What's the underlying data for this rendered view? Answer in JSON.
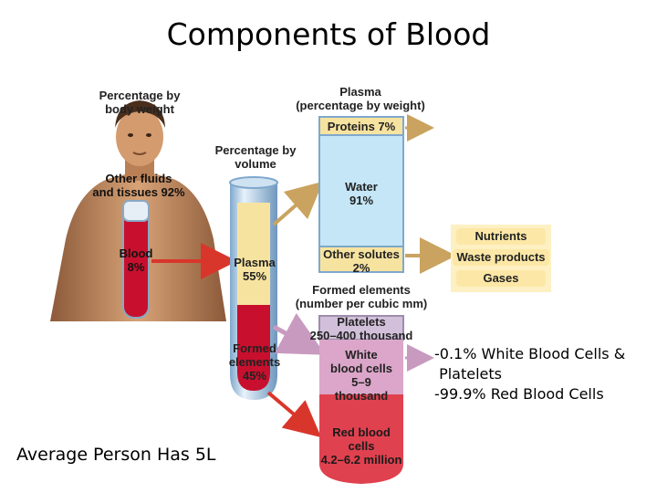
{
  "title": "Components of Blood",
  "body": {
    "heading_line1": "Percentage by",
    "heading_line2": "body weight",
    "other_line1": "Other fluids",
    "other_line2": "and tissues 92%",
    "blood_line1": "Blood",
    "blood_line2": "8%"
  },
  "tube": {
    "heading_line1": "Percentage by",
    "heading_line2": "volume",
    "plasma_line1": "Plasma",
    "plasma_line2": "55%",
    "formed_line1": "Formed",
    "formed_line2": "elements",
    "formed_line3": "45%"
  },
  "plasma_box": {
    "heading_line1": "Plasma",
    "heading_line2": "(percentage by weight)",
    "proteins": "Proteins 7%",
    "water_line1": "Water",
    "water_line2": "91%",
    "solutes_line1": "Other solutes",
    "solutes_line2": "2%"
  },
  "solutes": [
    "Nutrients",
    "Waste products",
    "Gases"
  ],
  "formed_box": {
    "heading_line1": "Formed elements",
    "heading_line2": "(number per cubic mm)",
    "platelets_line1": "Platelets",
    "platelets_line2": "250–400 thousand",
    "wbc_line1": "White",
    "wbc_line2": "blood cells",
    "wbc_line3": "5–9",
    "wbc_line4": "thousand",
    "rbc_line1": "Red blood",
    "rbc_line2": "cells",
    "rbc_line3": "4.2–6.2 million"
  },
  "notes": {
    "wbc_line1": "-0.1% White Blood Cells &",
    "wbc_line2": " Platelets",
    "rbc": "-99.9% Red Blood Cells",
    "average": "Average Person Has 5L"
  },
  "colors": {
    "plasma_yellow": "#f7e3a0",
    "blood_red": "#c8102e",
    "water_blue": "#c4e6f6",
    "solute_panel": "#fdf0c2",
    "wbc_pink": "#dba6c9",
    "platelet_lilac": "#d2c0da",
    "skin": "#c98f64",
    "arrow_tan": "#c9a35f"
  }
}
